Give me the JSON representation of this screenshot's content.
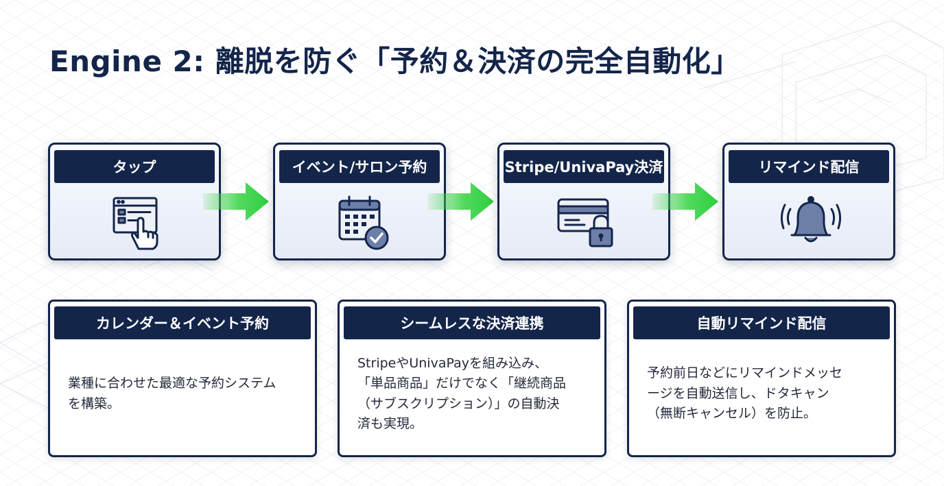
{
  "title": "Engine 2: 離脱を防ぐ「予約＆決済の完全自動化」",
  "steps": [
    {
      "label": "タップ",
      "icon": "tap-screen-icon"
    },
    {
      "label": "イベント/サロン予約",
      "icon": "calendar-check-icon"
    },
    {
      "label": "Stripe/UnivaPay決済",
      "icon": "credit-card-lock-icon"
    },
    {
      "label": "リマインド配信",
      "icon": "bell-ringing-icon"
    }
  ],
  "arrow_color": "#3fd44c",
  "cards": [
    {
      "title": "カレンダー＆イベント予約",
      "body": "業種に合わせた最適な予約システム\nを構築。"
    },
    {
      "title": "シームレスな決済連携",
      "body": "StripeやUnivaPayを組み込み、\n「単品商品」だけでなく「継続商品\n（サブスクリプション）」の自動決\n済も実現。"
    },
    {
      "title": "自動リマインド配信",
      "body": "予約前日などにリマインドメッセ\nージを自動送信し、ドタキャン\n（無断キャンセル）を防止。"
    }
  ],
  "colors": {
    "navy": "#14254a",
    "icon_fill": "#6b7fa8",
    "card_bg": "#eef1f8"
  }
}
